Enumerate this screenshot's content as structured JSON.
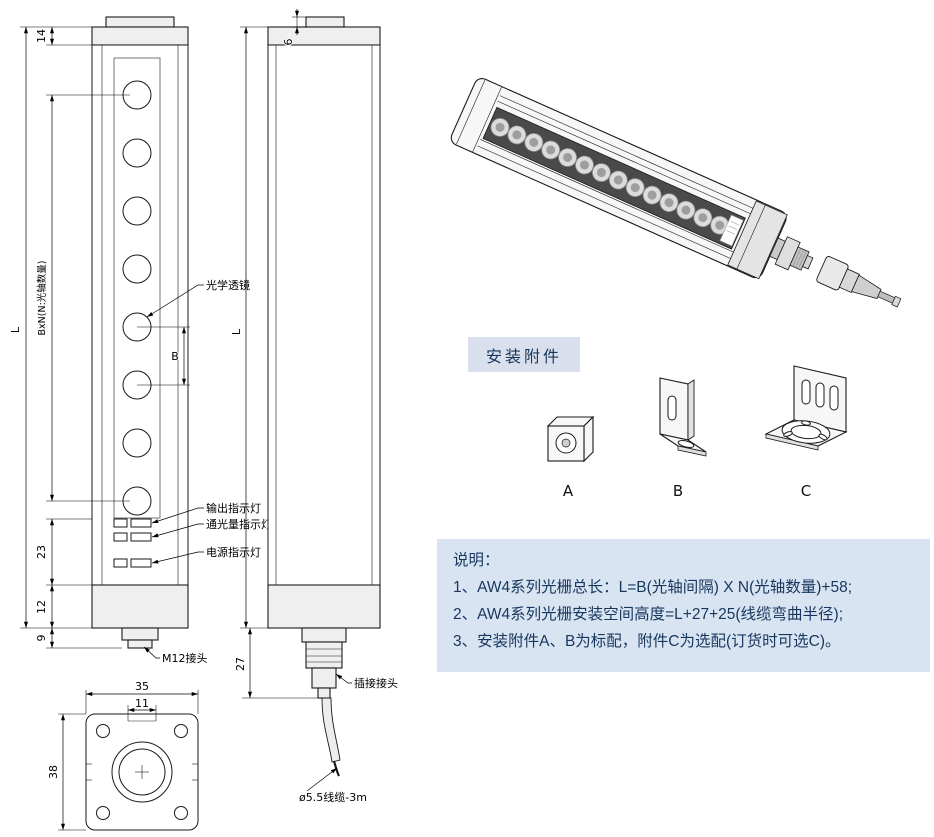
{
  "colors": {
    "notes_bg": "#d9e4f2",
    "accessories_bg": "#d9dfec",
    "text_dark": "#17365d",
    "line": "#1a1a1a"
  },
  "views": {
    "front": {
      "dim_14": "14",
      "dim_L": "L",
      "dim_BxN": "BxN(N:光轴数量)",
      "dim_B": "B",
      "dim_23": "23",
      "dim_12": "12",
      "dim_9": "9",
      "label_lens": "光学透镜",
      "label_output": "输出指示灯",
      "label_light": "通光量指示灯",
      "label_power": "电源指示灯",
      "label_m12": "M12接头"
    },
    "side": {
      "dim_6": "6",
      "dim_L": "L",
      "dim_27": "27",
      "label_plug": "插接接头",
      "label_cable": "ø5.5线缆-3m"
    },
    "bottom": {
      "dim_35": "35",
      "dim_11": "11",
      "dim_38": "38"
    }
  },
  "accessories": {
    "title": "安装附件",
    "items": [
      {
        "label": "A"
      },
      {
        "label": "B"
      },
      {
        "label": "C"
      }
    ]
  },
  "notes": {
    "title": "说明：",
    "lines": [
      "1、AW4系列光栅总长：L=B(光轴间隔) X N(光轴数量)+58;",
      "2、AW4系列光栅安装空间高度=L+27+25(线缆弯曲半径);",
      "3、安装附件A、B为标配，附件C为选配(订货时可选C)。"
    ]
  }
}
